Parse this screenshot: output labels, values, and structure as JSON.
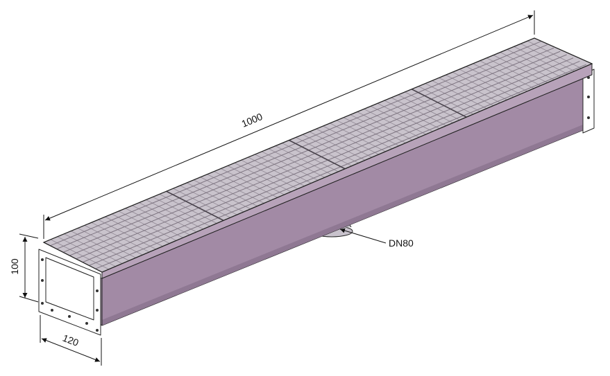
{
  "dimensions": {
    "length": "1000",
    "height": "100",
    "width": "120"
  },
  "callout": {
    "outlet": "DN80"
  },
  "colors": {
    "body_side": "#a28aa5",
    "body_side_dark": "#8f7893",
    "top_lip": "#b7a2b9",
    "grate_face": "#c9c3cc",
    "grate_bar": "#7d7480",
    "flange": "#ffffff",
    "outlet": "#c8c2cc",
    "line": "#222222"
  }
}
